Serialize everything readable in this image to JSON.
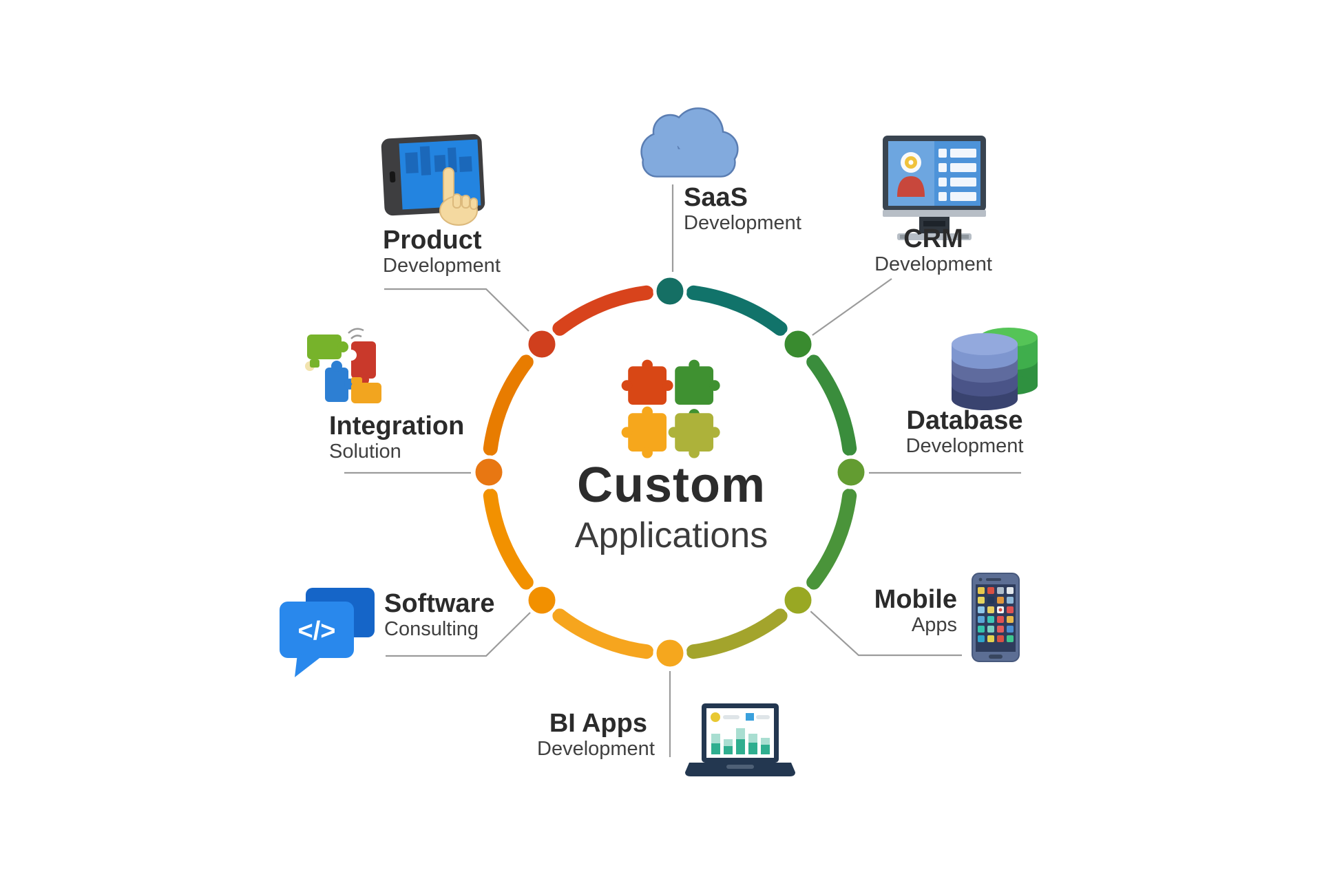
{
  "center": {
    "title": "Custom",
    "subtitle": "Applications",
    "puzzle_colors": [
      "#d84715",
      "#3f9131",
      "#f6a71c",
      "#adb23a"
    ]
  },
  "labels": {
    "product": {
      "title": "Product",
      "subtitle": "Development"
    },
    "saas": {
      "title": "SaaS",
      "subtitle": "Development"
    },
    "crm": {
      "title": "CRM",
      "subtitle": "Development"
    },
    "database": {
      "title": "Database",
      "subtitle": "Development"
    },
    "mobile": {
      "title": "Mobile",
      "subtitle": "Apps"
    },
    "bi_apps": {
      "title": "BI Apps",
      "subtitle": "Development"
    },
    "software": {
      "title": "Software",
      "subtitle": "Consulting"
    },
    "integration": {
      "title": "Integration",
      "subtitle": "Solution"
    }
  },
  "icons": {
    "software_code_glyph": "</>"
  },
  "ring": {
    "segments": {
      "nw_n": "#d8431c",
      "n_ne": "#11736a",
      "ne_e": "#3a8d3c",
      "e_se": "#4a943a",
      "se_s": "#a3a42c",
      "s_sw": "#f6a51e",
      "sw_w": "#f29100",
      "w_nw": "#e87c00"
    },
    "dots": {
      "n": "#156f64",
      "ne": "#398b2f",
      "e": "#639c31",
      "se": "#99a823",
      "s": "#f5a71e",
      "sw": "#f29000",
      "w": "#e87712",
      "nw": "#d03f1d"
    },
    "connector_color": "#9b9b9b"
  }
}
